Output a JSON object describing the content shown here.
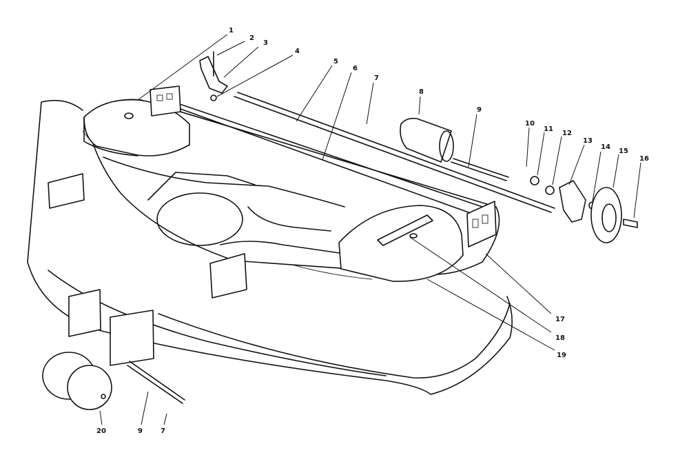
{
  "colors": {
    "ink": "#111111",
    "paper": "#ffffff"
  },
  "callouts": [
    {
      "id": "c1",
      "label": "1"
    },
    {
      "id": "c2",
      "label": "2"
    },
    {
      "id": "c3",
      "label": "3"
    },
    {
      "id": "c4",
      "label": "4"
    },
    {
      "id": "c5",
      "label": "5"
    },
    {
      "id": "c6",
      "label": "6"
    },
    {
      "id": "c7a",
      "label": "7"
    },
    {
      "id": "c8",
      "label": "8"
    },
    {
      "id": "c9a",
      "label": "9"
    },
    {
      "id": "c10",
      "label": "10"
    },
    {
      "id": "c11",
      "label": "11"
    },
    {
      "id": "c12",
      "label": "12"
    },
    {
      "id": "c13",
      "label": "13"
    },
    {
      "id": "c14",
      "label": "14"
    },
    {
      "id": "c15",
      "label": "15"
    },
    {
      "id": "c16",
      "label": "16"
    },
    {
      "id": "c17",
      "label": "17"
    },
    {
      "id": "c18",
      "label": "18"
    },
    {
      "id": "c19",
      "label": "19"
    },
    {
      "id": "c20",
      "label": "20"
    },
    {
      "id": "c9b",
      "label": "9"
    },
    {
      "id": "c7b",
      "label": "7"
    }
  ]
}
